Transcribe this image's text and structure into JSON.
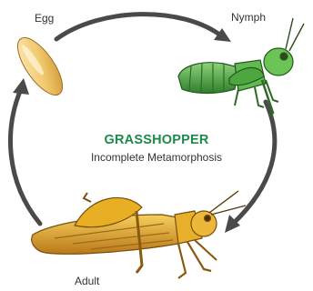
{
  "diagram": {
    "title": "GRASSHOPPER",
    "subtitle": "Incomplete Metamorphosis",
    "stages": [
      {
        "label": "Egg"
      },
      {
        "label": "Nymph"
      },
      {
        "label": "Adult"
      }
    ]
  },
  "colors": {
    "title": "#1e8a4a",
    "arrow": "#4a4a4a",
    "egg": "#f0c66a",
    "nymph": "#57b34a",
    "adult": "#e2a51e"
  }
}
